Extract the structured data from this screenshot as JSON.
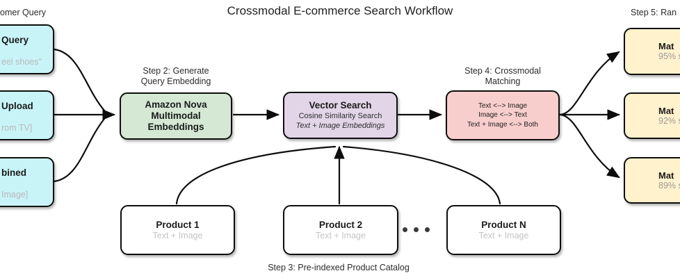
{
  "title": "Crossmodal E-commerce Search Workflow",
  "step_labels": {
    "step1_partial": "omer Query",
    "step2": [
      "Step 2: Generate",
      "Query Embedding"
    ],
    "step3": "Step 3: Pre-indexed Product Catalog",
    "step4": [
      "Step 4: Crossmodal",
      "Matching"
    ],
    "step5_partial": "Step 5: Ran"
  },
  "input_nodes": [
    {
      "title_partial": "Query",
      "subtitle_partial": "eel shoes\""
    },
    {
      "title_partial": "Upload",
      "subtitle_partial": "rom TV]"
    },
    {
      "title_partial": "bined",
      "subtitle_partial": "Image]"
    }
  ],
  "embedding_node": {
    "lines": [
      "Amazon Nova",
      "Multimodal",
      "Embeddings"
    ]
  },
  "vector_search_node": {
    "title": "Vector Search",
    "line2": "Cosine Similarity Search",
    "line3": "Text + Image Embeddings"
  },
  "matching_node": {
    "lines": [
      "Text <--> Image",
      "Image <--> Text",
      "Text + Image <--> Both"
    ]
  },
  "result_nodes": [
    {
      "title_partial": "Mat",
      "score_partial": "95% s"
    },
    {
      "title_partial": "Mat",
      "score_partial": "92% s"
    },
    {
      "title_partial": "Mat",
      "score_partial": "89% s"
    }
  ],
  "product_nodes": [
    {
      "title": "Product 1",
      "subtitle": "Text + Image"
    },
    {
      "title": "Product 2",
      "subtitle": "Text + Image"
    },
    {
      "title": "Product N",
      "subtitle": "Text + Image"
    }
  ],
  "colors": {
    "input_fill": "#c8f4f8",
    "embedding_fill": "#d5e8d4",
    "vector_fill": "#e1d5e7",
    "matching_fill": "#f8cecc",
    "result_fill": "#fff2cc",
    "product_fill": "#ffffff",
    "border": "#0d0d0d",
    "muted_text": "#b9b9b9",
    "score_text": "#9a9a9a"
  }
}
